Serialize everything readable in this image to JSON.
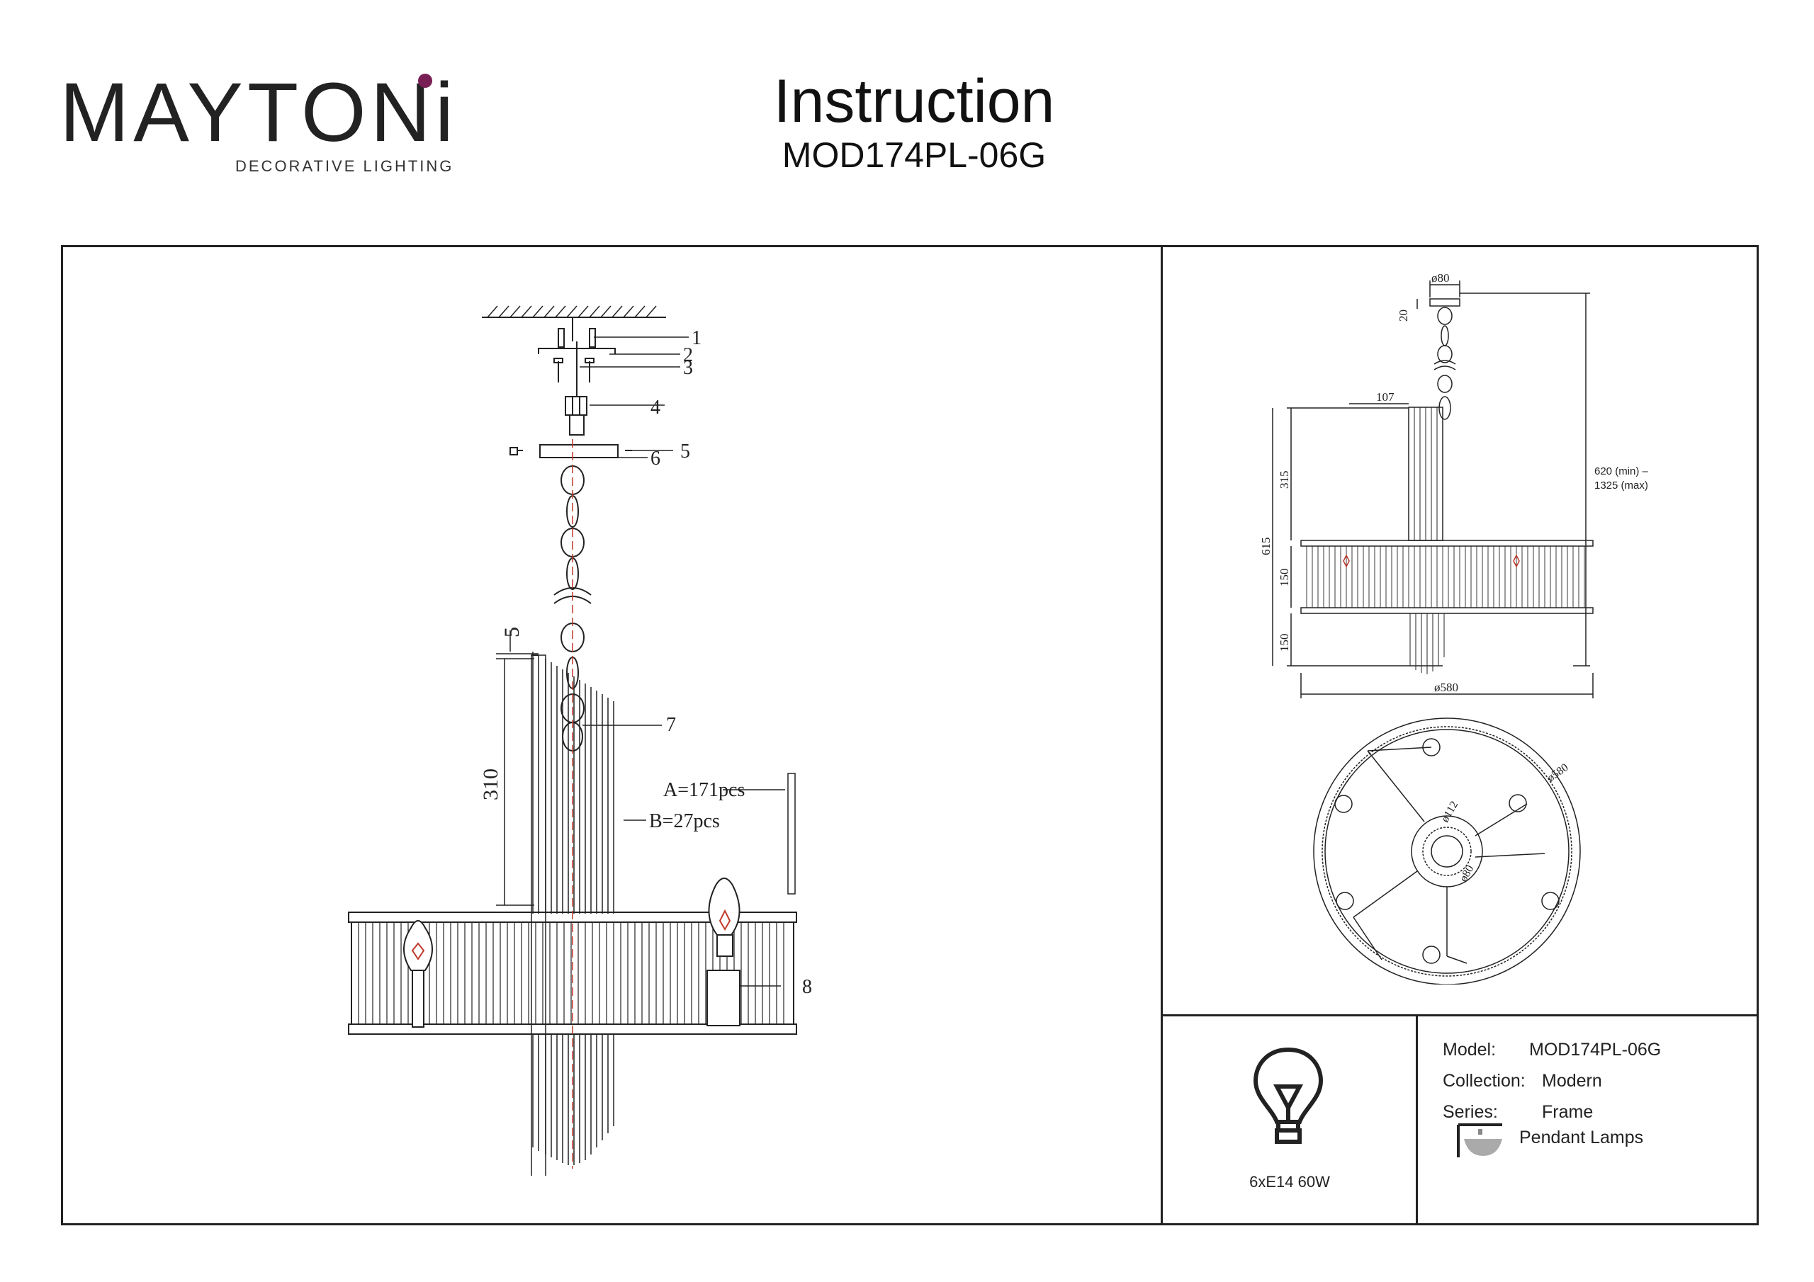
{
  "brand": {
    "name": "MAYTONi",
    "tagline": "DECORATIVE LIGHTING",
    "accent_color": "#7a1f56"
  },
  "header": {
    "title": "Instruction",
    "model": "MOD174PL-06G"
  },
  "assembly": {
    "callouts": [
      "1",
      "2",
      "3",
      "4",
      "5",
      "6",
      "7",
      "8"
    ],
    "dim_gap": "5",
    "dim_height": "310",
    "part_a": "A=171pcs",
    "part_b": "B=27pcs"
  },
  "side_view": {
    "canopy_dia": "ø80",
    "canopy_h": "20",
    "offset": "107",
    "upper_h": "315",
    "total_h": "615",
    "ring_h": "150",
    "lower_h": "150",
    "diameter": "ø580",
    "height_min": "620 (min) –",
    "height_max": "1325 (max)"
  },
  "top_view": {
    "outer": "ø580",
    "hub": "ø112",
    "inner": "ø80"
  },
  "specs": {
    "power": "6xE14 60W",
    "model_label": "Model:",
    "model_value": "MOD174PL-06G",
    "collection_label": "Collection:",
    "collection_value": "Modern",
    "series_label": "Series:",
    "series_value": "Frame",
    "type_value": "Pendant Lamps"
  },
  "icons": [
    "bulb-icon",
    "pendant-lamp-icon"
  ],
  "colors": {
    "line": "#222222",
    "bulb_filament": "#c0392b",
    "axis": "#c0392b"
  }
}
